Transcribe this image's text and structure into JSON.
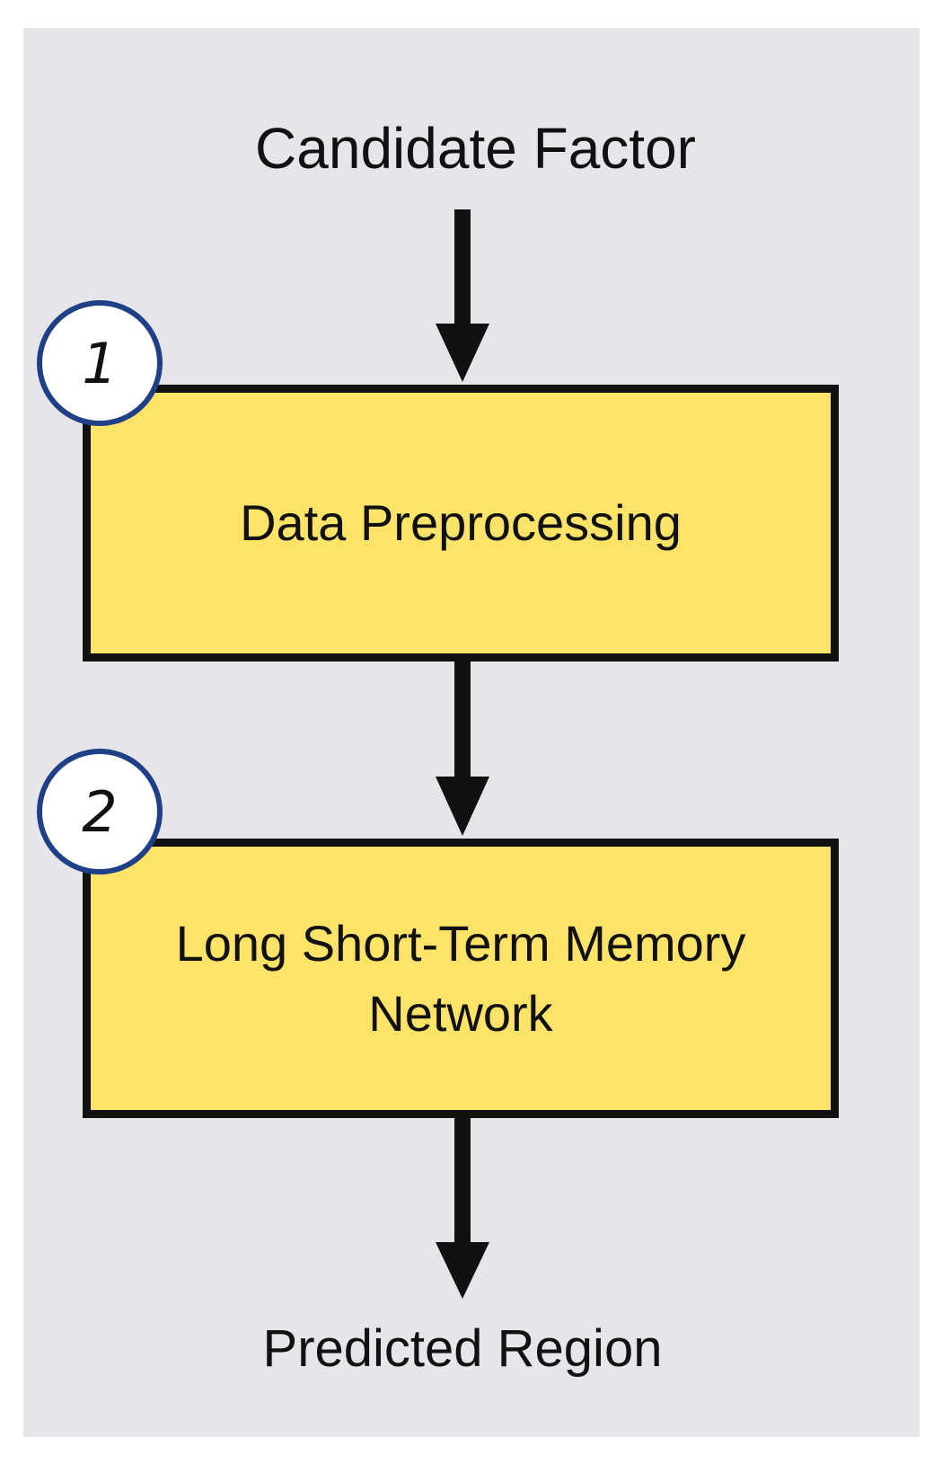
{
  "diagram": {
    "input_label": "Candidate Factor",
    "output_label": "Predicted Region",
    "steps": [
      {
        "number": "1",
        "label": "Data Preprocessing"
      },
      {
        "number": "2",
        "label": "Long Short-Term Memory Network"
      }
    ],
    "colors": {
      "background": "#e6e6ea",
      "box_fill": "#fde468",
      "box_border": "#111111",
      "badge_border": "#1f3f86",
      "arrow": "#111111"
    }
  }
}
